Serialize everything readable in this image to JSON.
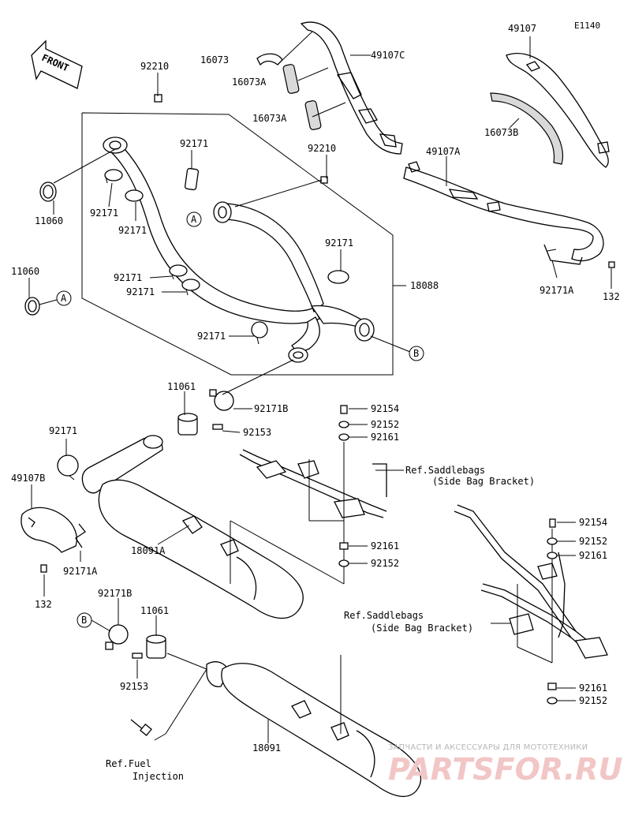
{
  "diagram": {
    "code": "E1140",
    "front_label": "FRONT",
    "parts": {
      "p92210_top": "92210",
      "p92210_mid": "92210",
      "p11060_a": "11060",
      "p11060_b": "11060",
      "p92171_1": "92171",
      "p92171_2": "92171",
      "p92171_3": "92171",
      "p92171_4": "92171",
      "p92171_5": "92171",
      "p92171_6": "92171",
      "p92171_7": "92171",
      "p92171_8": "92171",
      "p16073": "16073",
      "p16073A_1": "16073A",
      "p16073A_2": "16073A",
      "p16073B": "16073B",
      "p49107C": "49107C",
      "p49107": "49107",
      "p49107A": "49107A",
      "p49107B": "49107B",
      "p92171A_1": "92171A",
      "p92171A_2": "92171A",
      "p132_1": "132",
      "p132_2": "132",
      "p18088": "18088",
      "p11061_1": "11061",
      "p11061_2": "11061",
      "p92171B_1": "92171B",
      "p92171B_2": "92171B",
      "p92153_1": "92153",
      "p92153_2": "92153",
      "p92154_1": "92154",
      "p92154_2": "92154",
      "p92152_1": "92152",
      "p92152_2": "92152",
      "p92152_3": "92152",
      "p92152_4": "92152",
      "p92161_1": "92161",
      "p92161_2": "92161",
      "p92161_3": "92161",
      "p92161_4": "92161",
      "p18091A": "18091A",
      "p18091": "18091"
    },
    "callouts": {
      "a1": "A",
      "a2": "A",
      "b1": "B",
      "b2": "B"
    },
    "refs": {
      "saddle1_line1": "Ref.Saddlebags",
      "saddle1_line2": "(Side Bag Bracket)",
      "saddle2_line1": "Ref.Saddlebags",
      "saddle2_line2": "(Side Bag Bracket)",
      "fuel_line1": "Ref.Fuel",
      "fuel_line2": "Injection"
    },
    "watermark": {
      "line1": "ЗАПЧАСТИ И АКСЕССУАРЫ ДЛЯ МОТОТЕХНИКИ",
      "line2": "PARTSFOR.RU"
    }
  }
}
